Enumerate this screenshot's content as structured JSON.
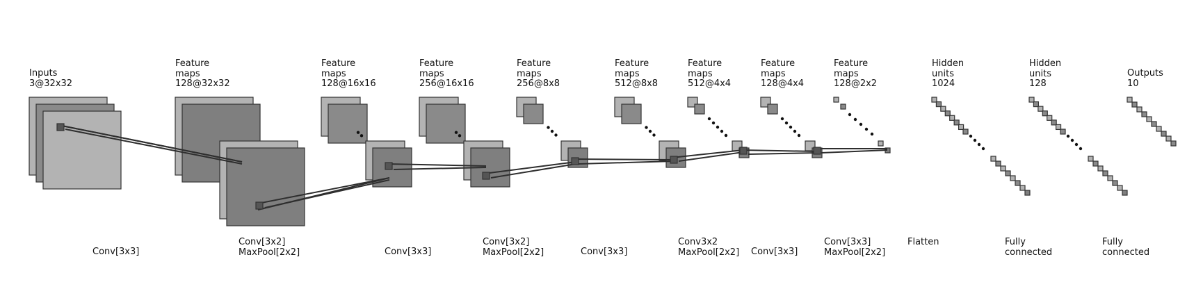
{
  "layers": [
    {
      "lines": [
        "Inputs",
        "3@32x32"
      ]
    },
    {
      "lines": [
        "Feature",
        "maps",
        "128@32x32"
      ]
    },
    {
      "lines": [
        "Feature",
        "maps",
        "128@16x16"
      ]
    },
    {
      "lines": [
        "Feature",
        "maps",
        "256@16x16"
      ]
    },
    {
      "lines": [
        "Feature",
        "maps",
        "256@8x8"
      ]
    },
    {
      "lines": [
        "Feature",
        "maps",
        "512@8x8"
      ]
    },
    {
      "lines": [
        "Feature",
        "maps",
        "512@4x4"
      ]
    },
    {
      "lines": [
        "Feature",
        "maps",
        "128@4x4"
      ]
    },
    {
      "lines": [
        "Feature",
        "maps",
        "128@2x2"
      ]
    },
    {
      "lines": [
        "Hidden",
        "units",
        "1024"
      ]
    },
    {
      "lines": [
        "Hidden",
        "units",
        "128"
      ]
    },
    {
      "lines": [
        "Outputs",
        "10"
      ]
    }
  ],
  "operations": [
    {
      "lines": [
        "Conv[3x3]"
      ]
    },
    {
      "lines": [
        "Conv[3x2]",
        "MaxPool[2x2]"
      ]
    },
    {
      "lines": [
        "Conv[3x3]"
      ]
    },
    {
      "lines": [
        "Conv[3x2]",
        "MaxPool[2x2]"
      ]
    },
    {
      "lines": [
        "Conv[3x3]"
      ]
    },
    {
      "lines": [
        "Conv3x2",
        "MaxPool[2x2]"
      ]
    },
    {
      "lines": [
        "Conv[3x3]"
      ]
    },
    {
      "lines": [
        "Conv[3x3]",
        "MaxPool[2x2]"
      ]
    },
    {
      "lines": [
        "Flatten"
      ]
    },
    {
      "lines": [
        "Fully",
        "connected"
      ]
    },
    {
      "lines": [
        "Fully",
        "connected"
      ]
    }
  ],
  "colors": {
    "map_light": "#b3b3b3",
    "map_mid": "#8a8a8a",
    "map_dark": "#7f7f7f",
    "edge": "#333333",
    "connector": "#2e2e2e",
    "kernel": "#555555"
  }
}
